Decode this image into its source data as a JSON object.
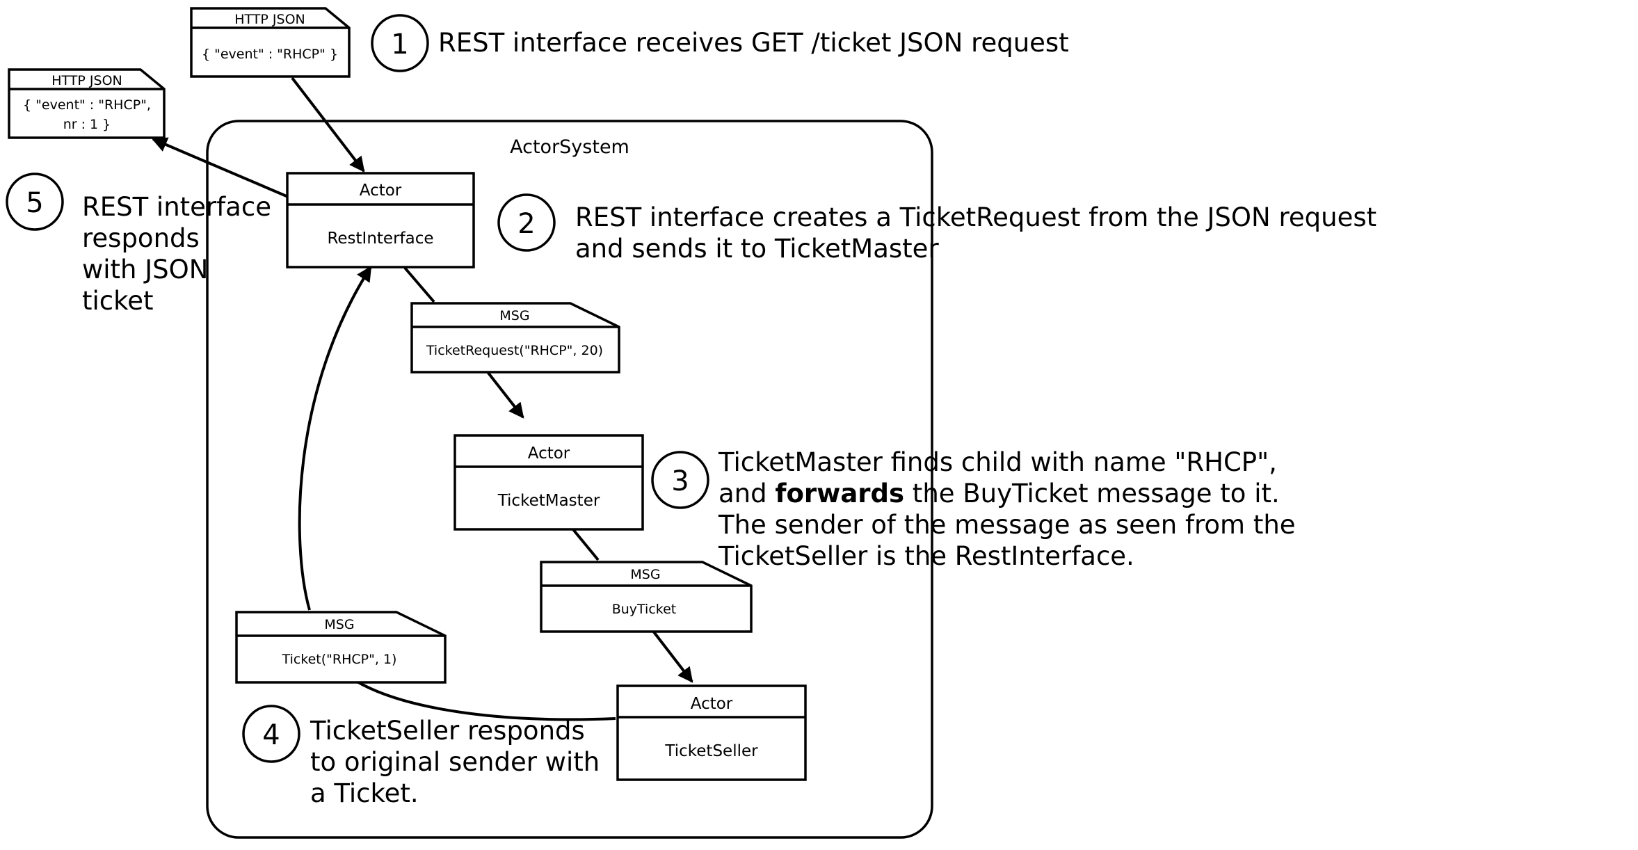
{
  "system_label": "ActorSystem",
  "http_request": {
    "header": "HTTP JSON",
    "body": "{ \"event\" : \"RHCP\" }"
  },
  "http_response": {
    "header": "HTTP JSON",
    "body_line1": "{ \"event\" : \"RHCP\",",
    "body_line2": "nr : 1 }"
  },
  "actors": {
    "rest": {
      "stereotype": "Actor",
      "name": "RestInterface"
    },
    "master": {
      "stereotype": "Actor",
      "name": "TicketMaster"
    },
    "seller": {
      "stereotype": "Actor",
      "name": "TicketSeller"
    }
  },
  "messages": {
    "ticket_request": {
      "header": "MSG",
      "body": "TicketRequest(\"RHCP\", 20)"
    },
    "buy_ticket": {
      "header": "MSG",
      "body": "BuyTicket"
    },
    "ticket": {
      "header": "MSG",
      "body": "Ticket(\"RHCP\", 1)"
    }
  },
  "steps": [
    {
      "number": "1",
      "lines": [
        "REST interface receives GET /ticket JSON request"
      ]
    },
    {
      "number": "2",
      "lines": [
        "REST interface creates a TicketRequest from the JSON request",
        "and sends it to TicketMaster"
      ]
    },
    {
      "number": "3",
      "line1_pre": "TicketMaster finds child with name \"RHCP\",",
      "line2_a": "and ",
      "line2_bold": "forwards",
      "line2_b": " the BuyTicket message to it.",
      "line3": "The sender of the message as seen from the",
      "line4": "TicketSeller is the RestInterface."
    },
    {
      "number": "4",
      "lines": [
        "TicketSeller responds",
        "to original sender with",
        "a Ticket."
      ]
    },
    {
      "number": "5",
      "lines": [
        "REST interface",
        "responds",
        "with JSON",
        "ticket"
      ]
    }
  ]
}
